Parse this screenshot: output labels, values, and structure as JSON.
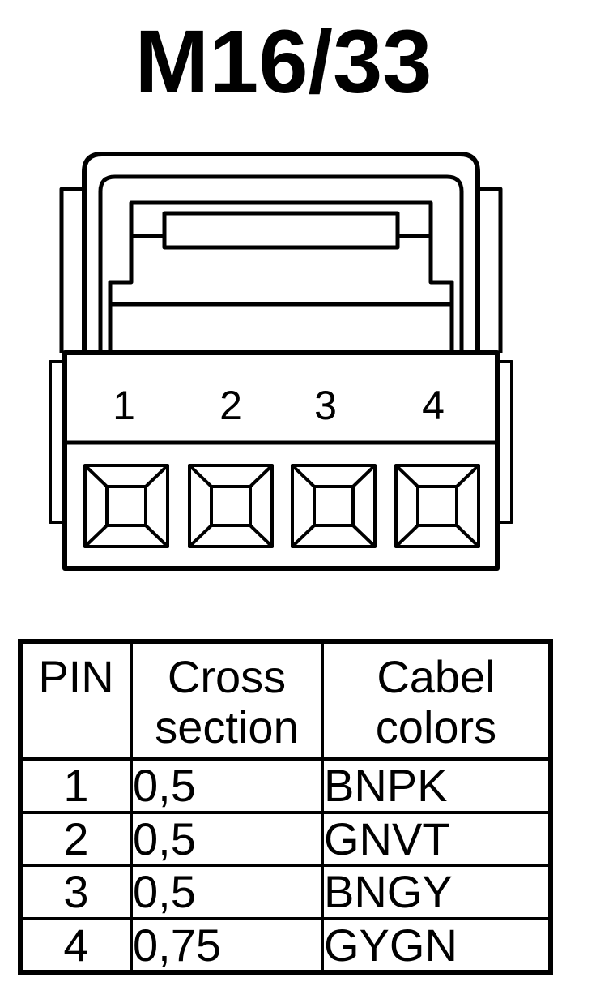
{
  "title": "M16/33",
  "connector": {
    "pin_labels": [
      "1",
      "2",
      "3",
      "4"
    ]
  },
  "table": {
    "headers": [
      {
        "line1": "PIN",
        "line2": ""
      },
      {
        "line1": "Cross",
        "line2": "section"
      },
      {
        "line1": "Cabel",
        "line2": "colors"
      }
    ],
    "rows": [
      {
        "pin": "1",
        "cross_section": "0,5",
        "color": "BNPK"
      },
      {
        "pin": "2",
        "cross_section": "0,5",
        "color": "GNVT"
      },
      {
        "pin": "3",
        "cross_section": "0,5",
        "color": "BNGY"
      },
      {
        "pin": "4",
        "cross_section": "0,75",
        "color": "GYGN"
      }
    ]
  }
}
